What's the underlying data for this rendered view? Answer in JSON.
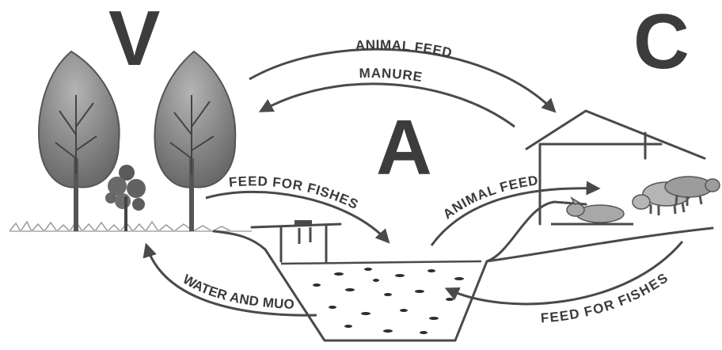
{
  "sections": {
    "v_letter": "V",
    "a_letter": "A",
    "c_letter": "C"
  },
  "flows": {
    "animal_feed_top": "ANIMAL FEED",
    "manure": "MANURE",
    "feed_for_fishes_left": "FEED FOR FISHES",
    "animal_feed_mid": "ANIMAL FEED",
    "water_and_mud": "WATER AND MUO",
    "feed_for_fishes_right": "FEED FOR FISHES"
  },
  "colors": {
    "ink": "#3c3c3c",
    "tree_fill": "#8a8a8a",
    "water_dots": "#2e2e2e"
  }
}
